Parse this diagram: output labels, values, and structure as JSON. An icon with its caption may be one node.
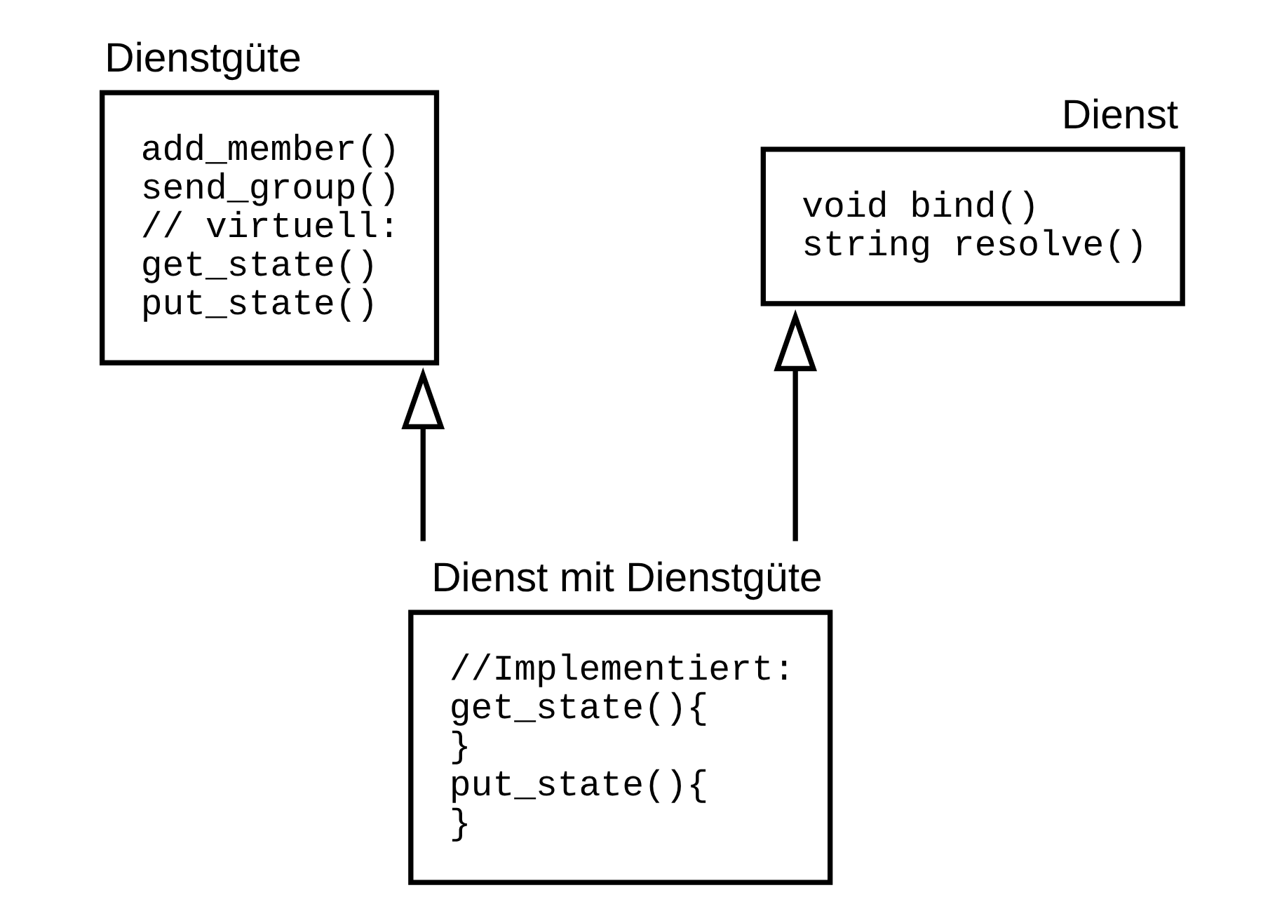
{
  "diagram": {
    "nodes": [
      {
        "text": [
          "Dienstgüte",
          "add_member() send_group() // virtuell: get_state() put_state()"
        ]
      },
      {
        "text": [
          "Dienst",
          "void bind() string resolve()"
        ]
      },
      {
        "text": [
          "Dienst mit Dienstgüte",
          "//Implementiert: get_state(){ } put_state(){ }"
        ]
      }
    ],
    "edges": [
      {
        "from": 2,
        "to": 0,
        "arrow": "to"
      },
      {
        "from": 2,
        "to": 1,
        "arrow": "to"
      }
    ]
  }
}
